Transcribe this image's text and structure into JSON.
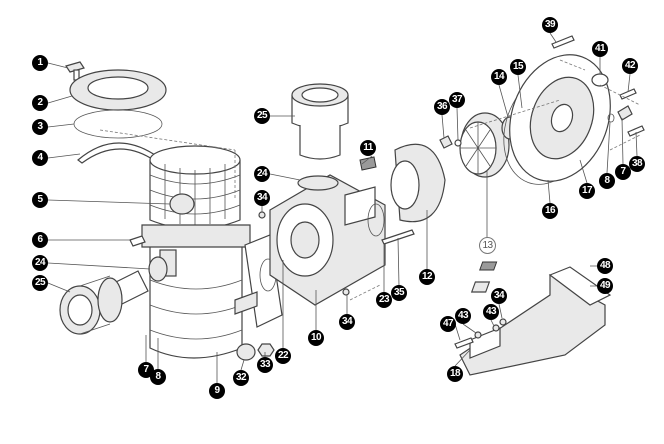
{
  "title": "Pump exploded parts diagram",
  "callouts": [
    {
      "id": "c1",
      "text": "1"
    },
    {
      "id": "c2",
      "text": "2"
    },
    {
      "id": "c3",
      "text": "3"
    },
    {
      "id": "c4",
      "text": "4"
    },
    {
      "id": "c5",
      "text": "5"
    },
    {
      "id": "c6",
      "text": "6"
    },
    {
      "id": "c24a",
      "text": "24"
    },
    {
      "id": "c25a",
      "text": "25"
    },
    {
      "id": "c7a",
      "text": "7"
    },
    {
      "id": "c8a",
      "text": "8"
    },
    {
      "id": "c9",
      "text": "9"
    },
    {
      "id": "c32",
      "text": "32"
    },
    {
      "id": "c33",
      "text": "33"
    },
    {
      "id": "c22",
      "text": "22"
    },
    {
      "id": "c10",
      "text": "10"
    },
    {
      "id": "c34a",
      "text": "34"
    },
    {
      "id": "c34b",
      "text": "34"
    },
    {
      "id": "c24b",
      "text": "24"
    },
    {
      "id": "c25b",
      "text": "25"
    },
    {
      "id": "c11",
      "text": "11"
    },
    {
      "id": "c23",
      "text": "23"
    },
    {
      "id": "c35",
      "text": "35"
    },
    {
      "id": "c12",
      "text": "12"
    },
    {
      "id": "c36",
      "text": "36"
    },
    {
      "id": "c37",
      "text": "37"
    },
    {
      "id": "c13",
      "text": "13"
    },
    {
      "id": "c14",
      "text": "14"
    },
    {
      "id": "c15",
      "text": "15"
    },
    {
      "id": "c39",
      "text": "39"
    },
    {
      "id": "c41",
      "text": "41"
    },
    {
      "id": "c42",
      "text": "42"
    },
    {
      "id": "c8b",
      "text": "8"
    },
    {
      "id": "c7b",
      "text": "7"
    },
    {
      "id": "c38",
      "text": "38"
    },
    {
      "id": "c17",
      "text": "17"
    },
    {
      "id": "c16",
      "text": "16"
    },
    {
      "id": "c48",
      "text": "48"
    },
    {
      "id": "c49",
      "text": "49"
    },
    {
      "id": "c34c",
      "text": "34"
    },
    {
      "id": "c43a",
      "text": "43"
    },
    {
      "id": "c43b",
      "text": "43"
    },
    {
      "id": "c47",
      "text": "47"
    },
    {
      "id": "c18",
      "text": "18"
    }
  ]
}
